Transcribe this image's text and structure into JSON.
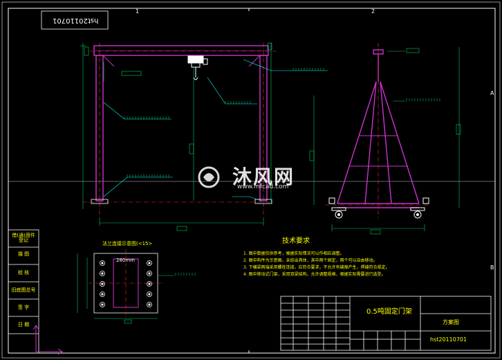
{
  "drawing": {
    "zone_numbers": [
      "1",
      "2"
    ],
    "zone_letters": [
      "A",
      "B"
    ],
    "drawing_no_top": "hst20110701",
    "section_title": "技术要求",
    "detail_title": "法兰连接示意图(<15>",
    "detail_dim": "280mm",
    "notes": [
      "1. 图中数据仅供参考，根据实际情况可以作相应调整。",
      "2. 图中构件为示意图，未给出具体，其中两个固定，两个可以自由移动。",
      "3. 下横梁两端采用螺栓连接，应符合要求，不允许有缝隙产生，焊缝符合规定。",
      "4. 图中移动式门架，采用双梁结构，允许调整规格，根据实际需要进行选型。"
    ],
    "title_block": {
      "title": "0.5吨固定门架",
      "drawing_type": "方案图",
      "drawing_no": "hst20110701"
    },
    "side_panel": [
      "借(通)用件登记",
      "描 图",
      "校 核",
      "旧底图总号",
      "签 字",
      "日 期"
    ]
  },
  "watermark": {
    "brand": "沐风网",
    "url": "www.mfcad.com"
  },
  "colors": {
    "frame": "#ffffff",
    "structure": "#cc33cc",
    "centerline": "#ff3333",
    "dimension": "#00cc66",
    "leader": "#00ffff",
    "note_text": "#ffff00",
    "title_text": "#ffff00",
    "label_text": "#ffffff"
  }
}
